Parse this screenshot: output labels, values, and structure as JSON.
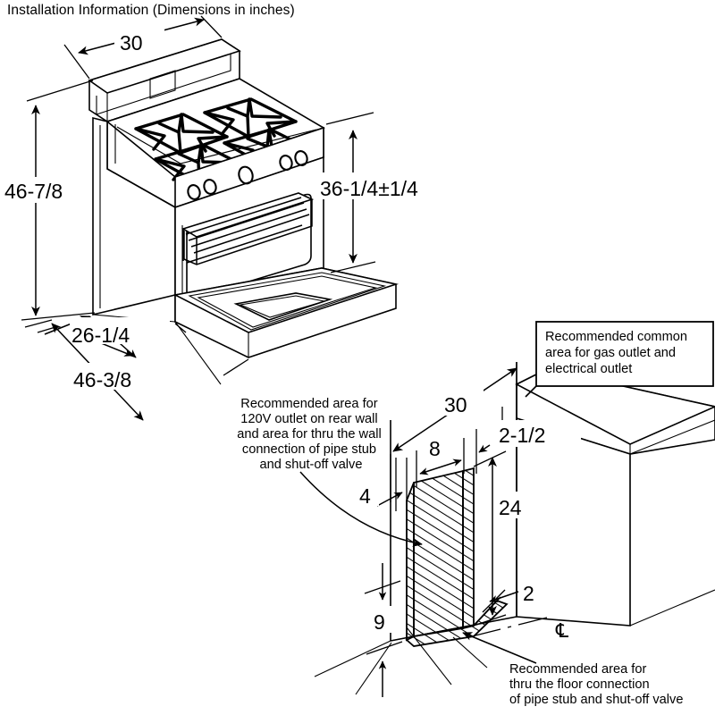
{
  "document": {
    "title": "Installation Information (Dimensions in inches)",
    "units": "inches",
    "type": "appliance-installation-dimension-diagram"
  },
  "range_view": {
    "name": "free-standing gas range isometric view",
    "dimensions": {
      "width_top": "30",
      "height_overall": "46-7/8",
      "cooktop_height": "36-1/4±1/4",
      "depth_body": "26-1/4",
      "depth_with_door_open": "46-3/8"
    }
  },
  "wall_view": {
    "name": "rear wall and floor utility rough-in area",
    "dimensions": {
      "wall_width": "30",
      "offset_from_corner": "2-1/2",
      "left_offset": "4",
      "area_width": "8",
      "area_height": "24",
      "floor_depth": "2",
      "bottom_offset": "9"
    },
    "centerline_symbol": "℄"
  },
  "callouts": {
    "outlet_area": "Recommended area for\n120V outlet on rear wall\nand area for thru the wall\nconnection of pipe stub\nand shut-off valve",
    "outlet_area_lines": [
      "Recommended area for",
      "120V outlet on rear wall",
      "and area for thru the wall",
      "connection of pipe stub",
      "and shut-off valve"
    ],
    "common_area_box_lines": [
      "Recommended common",
      "area for gas outlet and",
      "electrical outlet"
    ],
    "floor_connection_lines": [
      "Recommended area for",
      "thru the floor connection",
      "of pipe stub and shut-off valve"
    ]
  },
  "labels": {
    "d_30_top": "30",
    "d_46_7_8": "46-7/8",
    "d_36_14": "36-1/4±1/4",
    "d_26_14": "26-1/4",
    "d_46_38": "46-3/8",
    "d_30_wall": "30",
    "d_2_12": "2-1/2",
    "d_8": "8",
    "d_4": "4",
    "d_24": "24",
    "d_2": "2",
    "d_9": "9",
    "centerline": "℄"
  },
  "colors": {
    "ink": "#000000",
    "paper": "#ffffff",
    "hatch": "#000000"
  }
}
